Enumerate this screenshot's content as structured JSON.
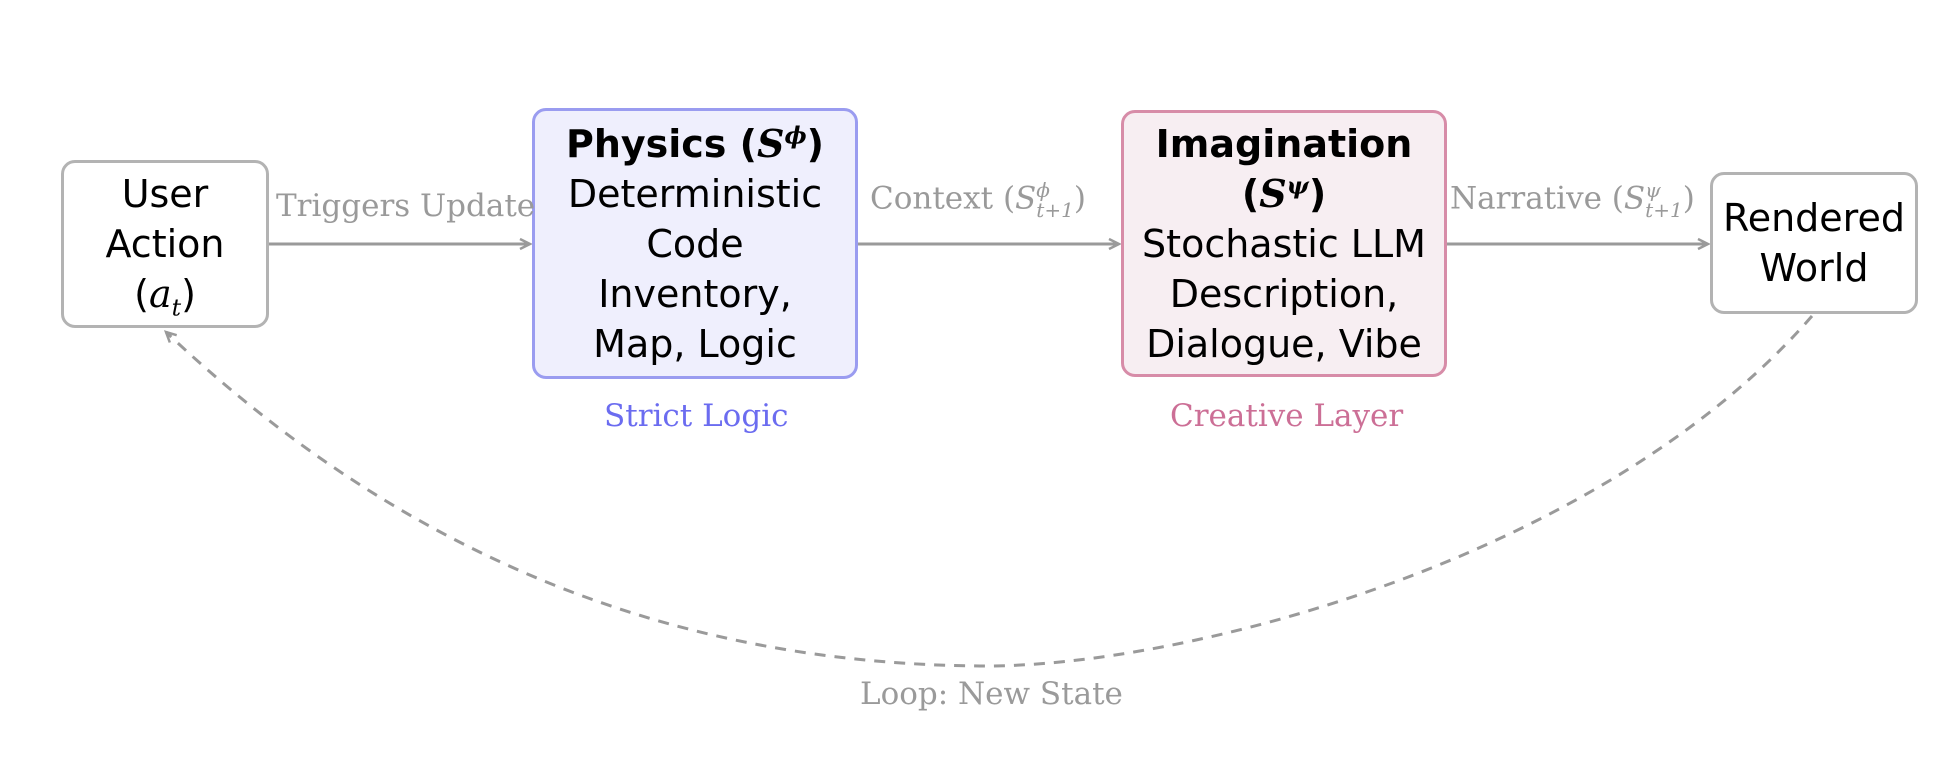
{
  "nodes": {
    "user": {
      "line1": "User",
      "line2": "Action",
      "line3_open": "(",
      "line3_var": "a",
      "line3_sub": "t",
      "line3_close": ")"
    },
    "physics": {
      "title": "Physics (",
      "sym": "S",
      "sup": "ϕ",
      "title_close": ")",
      "lines": [
        "Deterministic",
        "Code",
        "Inventory,",
        "Map, Logic"
      ]
    },
    "imagination": {
      "title": "Imagination",
      "sym_open": "(",
      "sym": "S",
      "sup": "ψ",
      "sym_close": ")",
      "lines": [
        "Stochastic LLM",
        "Description,",
        "Dialogue, Vibe"
      ]
    },
    "world": {
      "line1": "Rendered",
      "line2": "World"
    }
  },
  "edges": {
    "e1": {
      "label": "Triggers Update"
    },
    "e2": {
      "label": "Context (",
      "sym": "S",
      "sup": "ϕ",
      "sub": "t+1",
      "close": ")"
    },
    "e3": {
      "label": "Narrative (",
      "sym": "S",
      "sup": "ψ",
      "sub": "t+1",
      "close": ")"
    },
    "loop": {
      "label": "Loop: New State"
    }
  },
  "captions": {
    "physics": "Strict Logic",
    "imagination": "Creative Layer"
  },
  "colors": {
    "edge": "#9a9a9a",
    "physics_border": "#9a9cf0",
    "physics_fill": "#efeffd",
    "physics_caption": "#6b6cf0",
    "imagination_border": "#d78ca8",
    "imagination_fill": "#f7eef2",
    "imagination_caption": "#cc6f96"
  }
}
